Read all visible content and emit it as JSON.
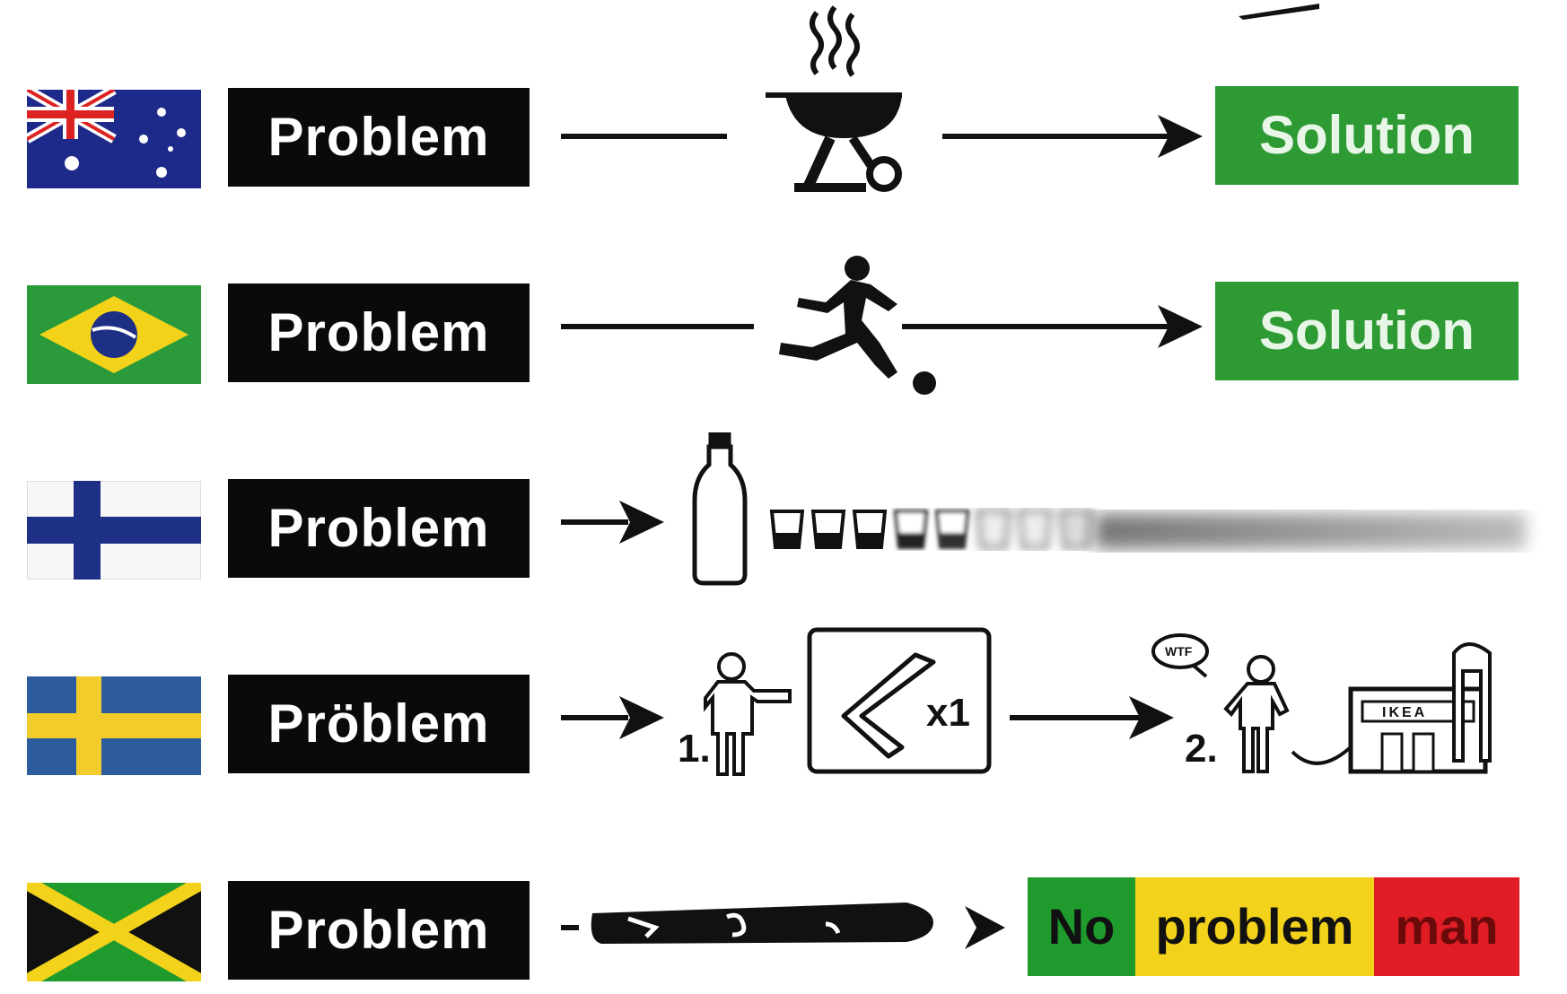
{
  "rows": [
    {
      "country": "Australia",
      "problem": "Problem",
      "solution": "Solution",
      "icon": "barbecue-grill-icon"
    },
    {
      "country": "Brazil",
      "problem": "Problem",
      "solution": "Solution",
      "icon": "soccer-player-icon"
    },
    {
      "country": "Finland",
      "problem": "Problem",
      "icon": "vodka-bottle-and-shots-icon"
    },
    {
      "country": "Sweden",
      "problem": "Pröblem",
      "icon": "ikea-assembly-icon",
      "steps": {
        "step1": "1.",
        "count": "x1",
        "step2": "2.",
        "speech": "WTF",
        "store": "IKEA"
      }
    },
    {
      "country": "Jamaica",
      "problem": "Problem",
      "icon": "smoking-joint-icon",
      "solution_parts": [
        "No",
        "problem",
        "man"
      ]
    }
  ],
  "colors": {
    "black": "#0a0a0a",
    "solution_green": "#2e9a34",
    "jamaica_green": "#1f9a2c",
    "jamaica_yellow": "#f2d21b",
    "jamaica_red": "#e01c24"
  }
}
